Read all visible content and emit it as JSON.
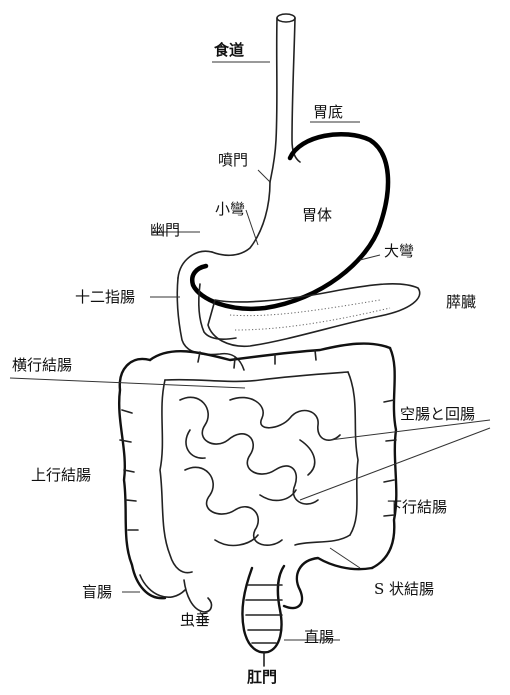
{
  "labels": {
    "esophagus": "食道",
    "fundus": "胃底",
    "cardia": "噴門",
    "lesser_curvature": "小彎",
    "body": "胃体",
    "pylorus": "幽門",
    "greater_curvature": "大彎",
    "duodenum": "十二指腸",
    "pancreas": "膵臓",
    "transverse_colon": "横行結腸",
    "jejunum_ileum": "空腸と回腸",
    "ascending_colon": "上行結腸",
    "descending_colon": "下行結腸",
    "sigmoid_colon": "S 状結腸",
    "cecum": "盲腸",
    "appendix": "虫垂",
    "rectum": "直腸",
    "anus": "肛門"
  }
}
